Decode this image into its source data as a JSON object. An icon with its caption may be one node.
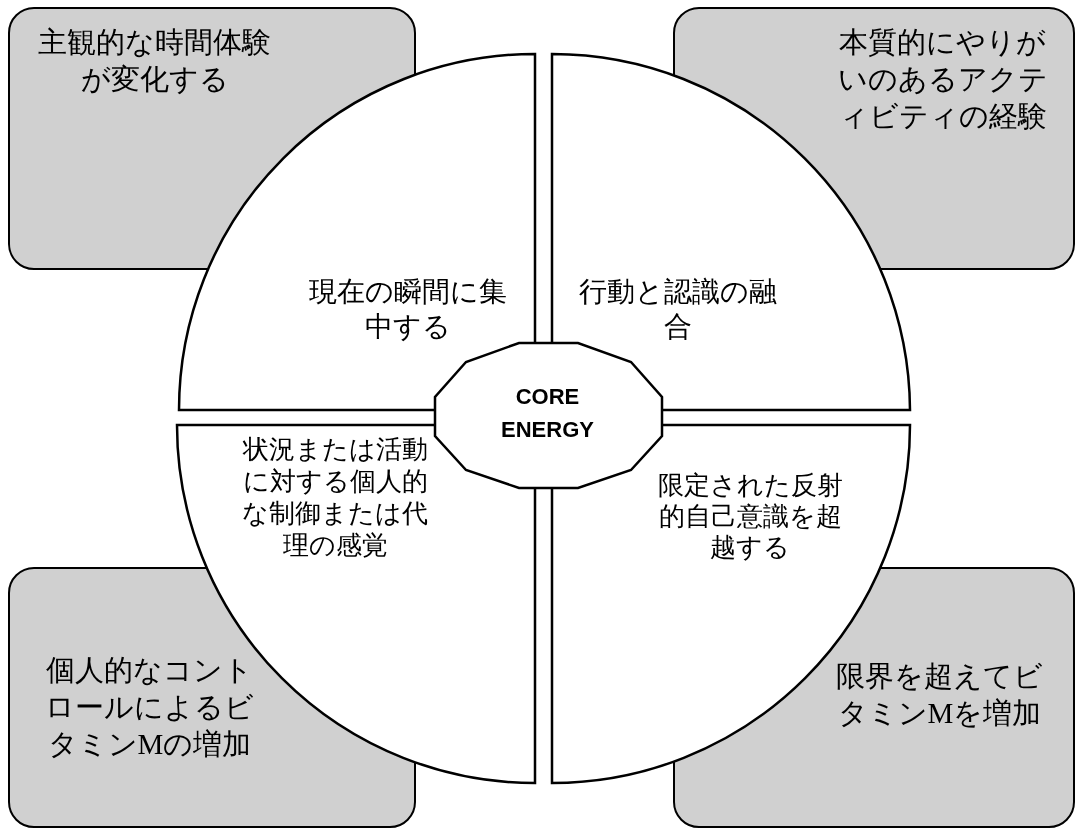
{
  "diagram": {
    "nodes": [
      {
        "text": [
          "主観的な時間体験が変化する"
        ]
      },
      {
        "text": [
          "本質的にやりがいのあるアクティビティの経験"
        ]
      },
      {
        "text": [
          "現在の瞬間に集中する"
        ]
      },
      {
        "text": [
          "行動と認識の融合"
        ]
      },
      {
        "text": [
          "CORE ENERGY"
        ]
      },
      {
        "text": [
          "状況または活動に対する個人的な制御または代理の感覚"
        ]
      },
      {
        "text": [
          "限定された反射的自己意識を超越する"
        ]
      },
      {
        "text": [
          "個人的なコントロールによるビタミンMの増加"
        ]
      },
      {
        "text": [
          "限界を超えてビタミンMを増加"
        ]
      }
    ]
  }
}
